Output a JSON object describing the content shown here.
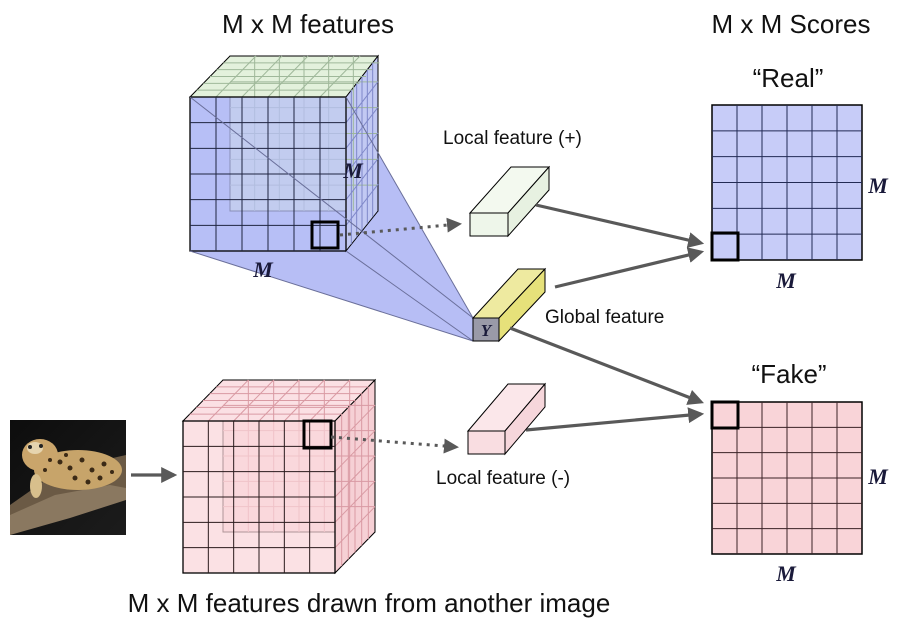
{
  "labels": {
    "top_features_title": "M x M features",
    "scores_title": "M x M Scores",
    "real_label": "“Real”",
    "fake_label": "“Fake”",
    "local_pos": "Local feature (+)",
    "local_neg": "Local feature (-)",
    "global_feature": "Global feature",
    "bottom_title": "M x M features drawn from another image",
    "m": "M",
    "y": "Y"
  },
  "colors": {
    "real_blue": "#c7ccf8",
    "fake_pink": "#f9d4d8",
    "cube_top_green": "#e3f1dc",
    "projection_blue": "#aab3f3",
    "global_yellow": "#e6e17a",
    "local_pos_green": "#eef6ea",
    "local_neg_pink": "#f9dde1",
    "arrow_gray": "#595959",
    "y_face_gray": "#9a9aa8"
  },
  "image": {
    "subject": "leopard photo"
  }
}
